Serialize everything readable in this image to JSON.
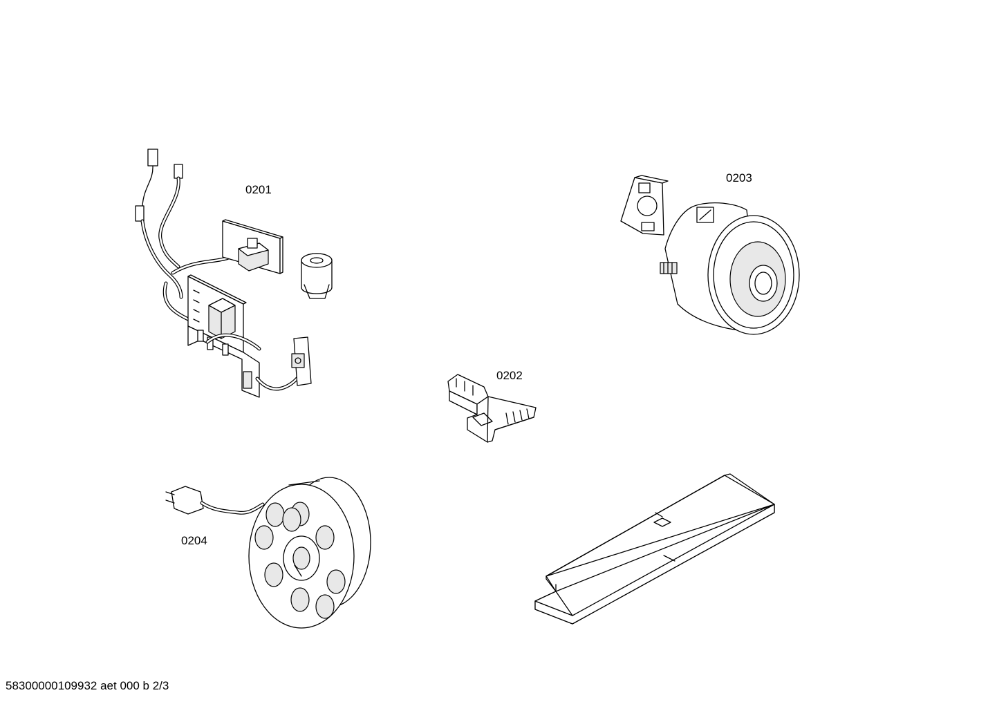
{
  "parts": [
    {
      "id": "part-0201",
      "label": "0201"
    },
    {
      "id": "part-0202",
      "label": "0202"
    },
    {
      "id": "part-0203",
      "label": "0203"
    },
    {
      "id": "part-0204",
      "label": "0204"
    },
    {
      "id": "part-plate",
      "label": ""
    }
  ],
  "footer": {
    "text": "58300000109932 aet 000 b 2/3"
  }
}
